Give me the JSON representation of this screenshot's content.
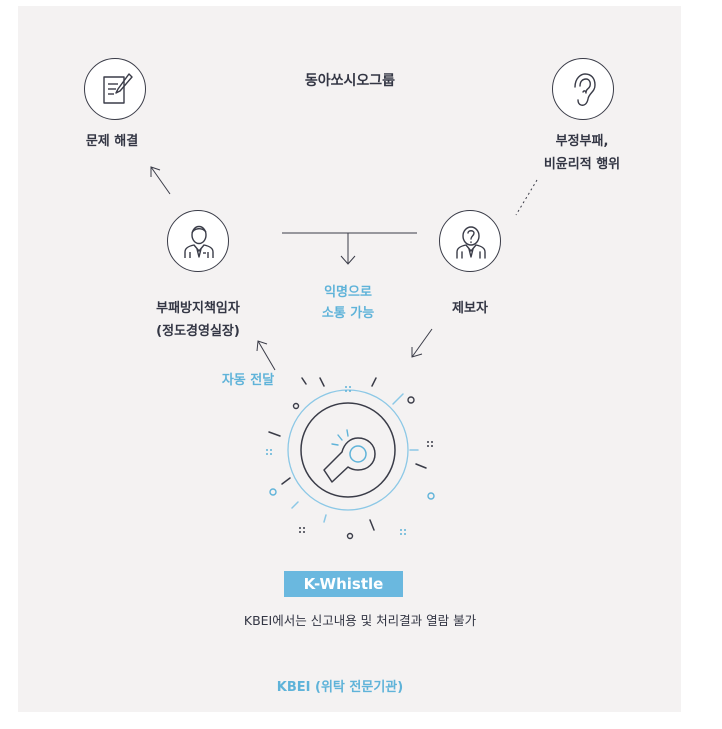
{
  "diagram": {
    "group_title": "동아쏘시오그룹",
    "nodes": {
      "problem_solving": {
        "label": "문제 해결",
        "icon": "document-edit-icon"
      },
      "corruption": {
        "label_line1": "부정부패,",
        "label_line2": "비윤리적 행위",
        "icon": "ear-icon"
      },
      "officer": {
        "label_line1": "부패방지책임자",
        "label_line2": "(정도경영실장)",
        "icon": "businessman-icon"
      },
      "reporter": {
        "label": "제보자",
        "icon": "question-person-icon"
      },
      "whistle": {
        "icon": "whistle-icon"
      }
    },
    "anonymous": {
      "line1": "익명으로",
      "line2": "소통 가능"
    },
    "auto_forward": "자동 전달",
    "badge": "K-Whistle",
    "note": "KBEI에서는 신고내용 및 처리결과 열람 불가",
    "footer": "KBEI (위탁 전문기관)"
  },
  "colors": {
    "background_panel": "#f4f2f2",
    "text_dark": "#333644",
    "accent_blue": "#5fb3d9",
    "badge_blue": "#6ab8df",
    "line_dark": "#3a3c48"
  }
}
